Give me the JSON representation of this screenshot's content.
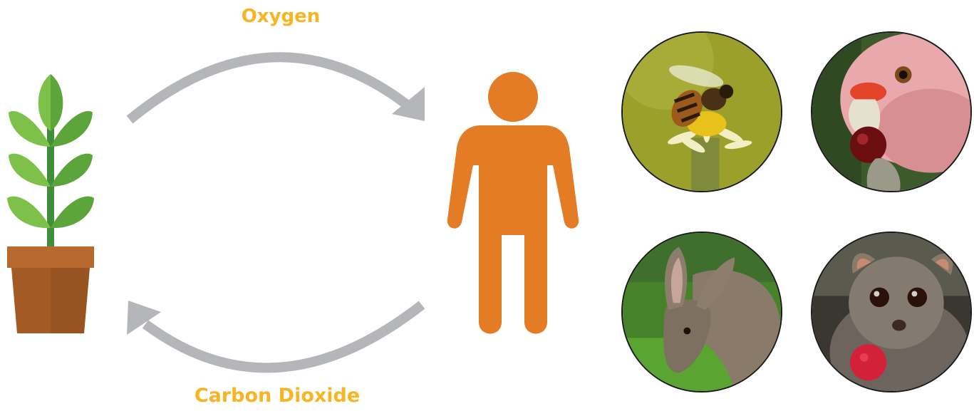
{
  "labels": {
    "top": "Oxygen",
    "bottom": "Carbon Dioxide"
  },
  "colors": {
    "label": "#f7b524",
    "arrow": "#b4b6b9",
    "person": "#e47b25",
    "leaf_light": "#7dc14b",
    "leaf_dark": "#5ba53a",
    "stem": "#3f8e3a",
    "pot": "#a45a25",
    "pot_rim": "#b86a2e"
  },
  "icons": {
    "plant": "potted-plant-icon",
    "person": "person-icon",
    "arrow_top": "curved-arrow-right",
    "arrow_bottom": "curved-arrow-left"
  },
  "photos": [
    {
      "name": "bee-photo",
      "subject": "bee on flower"
    },
    {
      "name": "cockatoo-photo",
      "subject": "cockatoo eating berry"
    },
    {
      "name": "kangaroo-photo",
      "subject": "kangaroo grazing"
    },
    {
      "name": "possum-photo",
      "subject": "possum holding berry"
    }
  ]
}
